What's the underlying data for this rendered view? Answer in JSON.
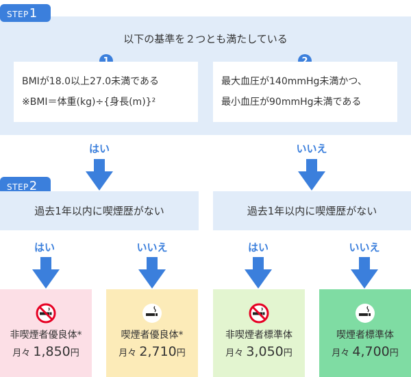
{
  "step1": {
    "tab_label": "STEP",
    "tab_number": "1",
    "heading": "以下の基準を２つとも満たしている",
    "conditions": [
      {
        "number": "1",
        "lines": [
          "BMIが18.0以上27.0未満である",
          "※BMI＝体重(kg)÷{身長(m)}²"
        ]
      },
      {
        "number": "2",
        "lines": [
          "最大血圧が140mmHg未満かつ、",
          "最小血圧が90mmHg未満である"
        ]
      }
    ]
  },
  "branch1": {
    "yes": "はい",
    "no": "いいえ"
  },
  "step2": {
    "tab_label": "STEP",
    "tab_number": "2",
    "question_left": "過去1年以内に喫煙歴がない",
    "question_right": "過去1年以内に喫煙歴がない"
  },
  "branch2": {
    "yes_a": "はい",
    "no_a": "いいえ",
    "yes_b": "はい",
    "no_b": "いいえ"
  },
  "results": [
    {
      "name": "非喫煙者優良体*",
      "price_prefix": "月々",
      "price": "1,850",
      "unit": "円",
      "icon": "no-smoking-icon",
      "bg": "#fcdfe6"
    },
    {
      "name": "喫煙者優良体*",
      "price_prefix": "月々",
      "price": "2,710",
      "unit": "円",
      "icon": "smoking-icon",
      "bg": "#fcebb8"
    },
    {
      "name": "非喫煙者標準体",
      "price_prefix": "月々",
      "price": "3,050",
      "unit": "円",
      "icon": "no-smoking-icon",
      "bg": "#e3f5d0"
    },
    {
      "name": "喫煙者標準体",
      "price_prefix": "月々",
      "price": "4,700",
      "unit": "円",
      "icon": "smoking-icon",
      "bg": "#7fdca3"
    }
  ],
  "colors": {
    "accent": "#3b7fdc",
    "panel": "#e1ecf9",
    "no_smoking_red": "#e60023"
  }
}
